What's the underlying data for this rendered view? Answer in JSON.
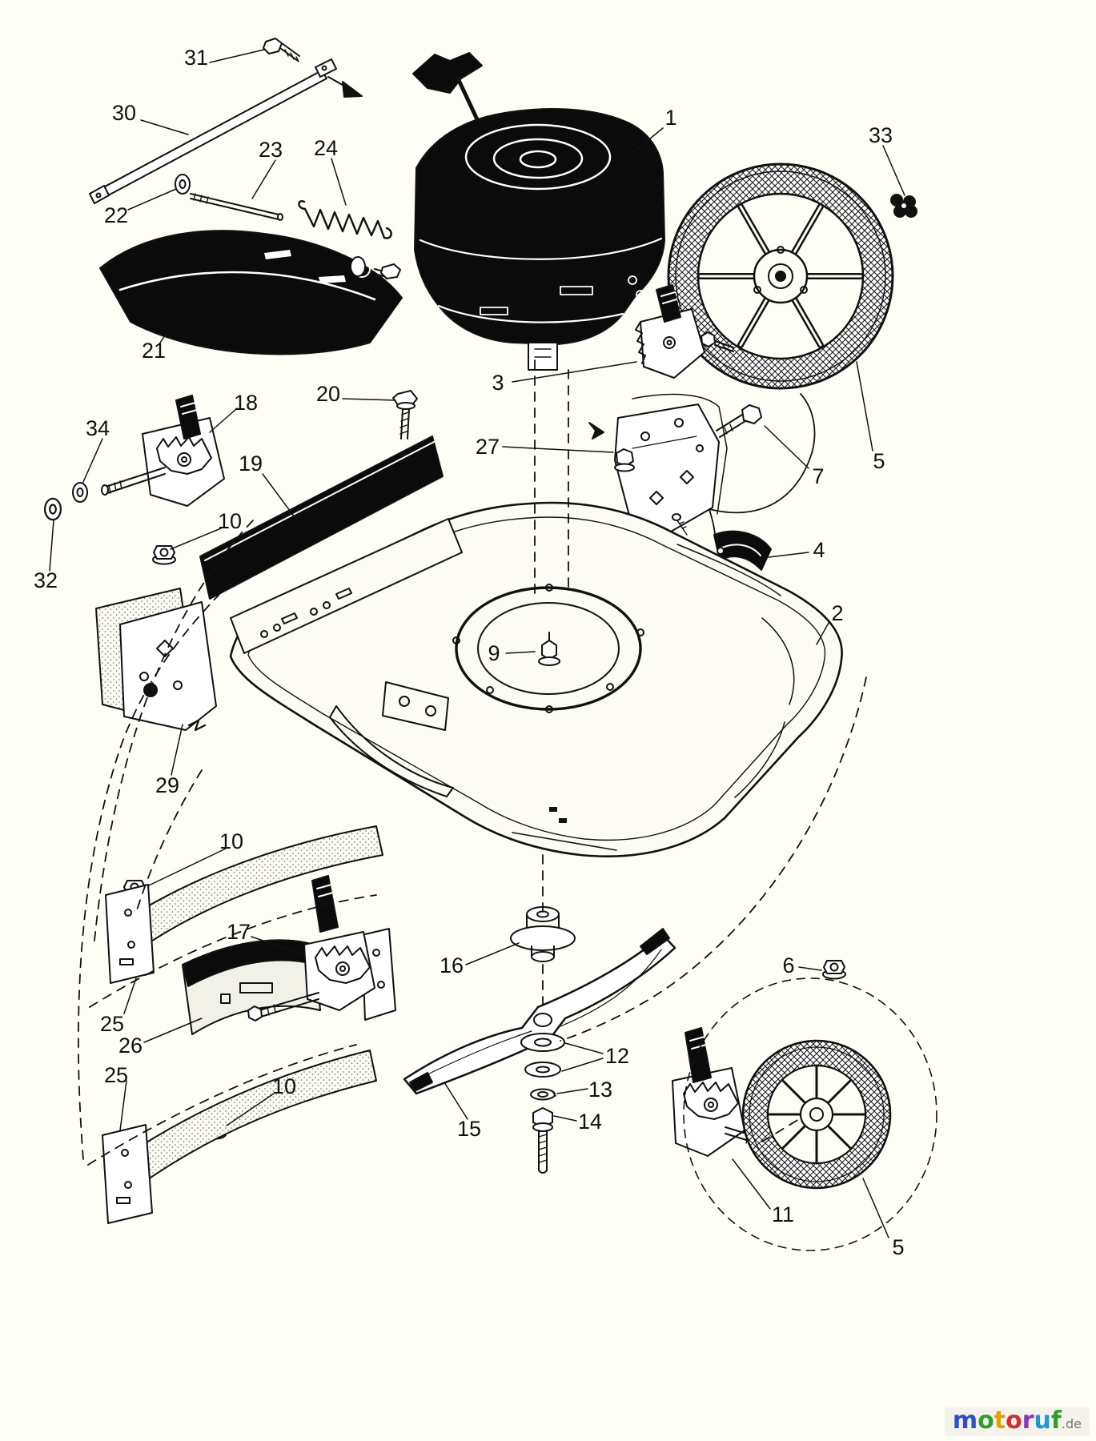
{
  "diagram": {
    "type": "exploded-parts-diagram",
    "subject": "walk-behind lawn mower",
    "ink_color": "#111111",
    "background_color": "#fffef6"
  },
  "part_labels": [
    "31",
    "30",
    "23",
    "24",
    "22",
    "21",
    "1",
    "33",
    "3",
    "20",
    "18",
    "34",
    "19",
    "27",
    "10",
    "32",
    "5",
    "7",
    "4",
    "2",
    "9",
    "29",
    "10",
    "17",
    "16",
    "25",
    "26",
    "25",
    "10",
    "6",
    "12",
    "13",
    "14",
    "15",
    "11",
    "5"
  ],
  "watermark": {
    "word": "motoruf",
    "letters": [
      {
        "ch": "m",
        "color": "#2b50c8"
      },
      {
        "ch": "o",
        "color": "#2f9e2f"
      },
      {
        "ch": "t",
        "color": "#e0a000"
      },
      {
        "ch": "o",
        "color": "#d03030"
      },
      {
        "ch": "r",
        "color": "#8833bb"
      },
      {
        "ch": "u",
        "color": "#2299cc"
      },
      {
        "ch": "f",
        "color": "#2f9e2f"
      }
    ],
    "suffix": {
      "text": ".de",
      "color": "#777777"
    }
  }
}
